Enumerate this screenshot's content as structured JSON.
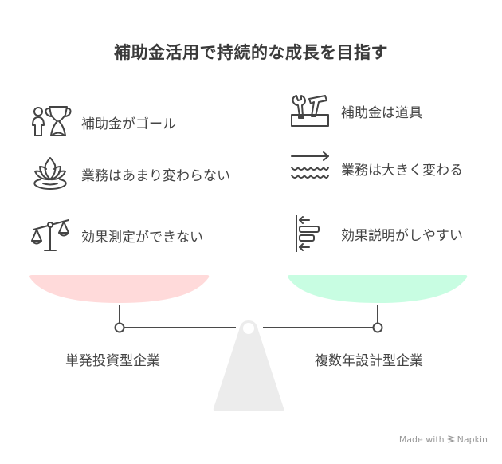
{
  "title": "補助金活用で持続的な成長を目指す",
  "left": {
    "items": [
      {
        "icon": "person-trophy-icon",
        "label": "補助金がゴール"
      },
      {
        "icon": "lotus-icon",
        "label": "業務はあまり変わらない"
      },
      {
        "icon": "tilted-scale-icon",
        "label": "効果測定ができない"
      }
    ],
    "category": "単発投資型企業",
    "pan_color": "#ffdada"
  },
  "right": {
    "items": [
      {
        "icon": "toolbox-icon",
        "label": "補助金は道具"
      },
      {
        "icon": "arrow-waves-icon",
        "label": "業務は大きく変わる"
      },
      {
        "icon": "align-arrows-icon",
        "label": "効果説明がしやすい"
      }
    ],
    "category": "複数年設計型企業",
    "pan_color": "#c8fde2"
  },
  "fulcrum_color": "#ececec",
  "beam_color": "#4a4a4a",
  "footer": {
    "made_with": "Made with",
    "brand": "Napkin"
  }
}
